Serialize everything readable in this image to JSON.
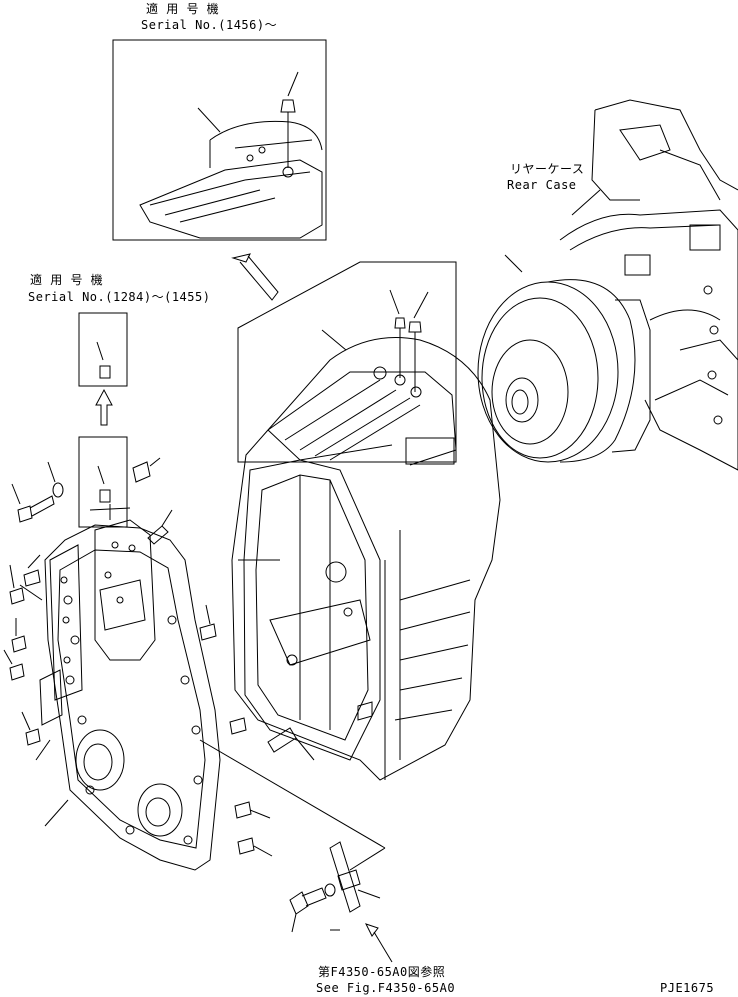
{
  "labels": {
    "top_applicable_jp": "適 用 号 機",
    "top_serial": "Serial No.(1456)～",
    "mid_applicable_jp": "適 用 号 機",
    "mid_serial": "Serial No.(1284)～(1455)",
    "rear_case_jp": "リヤーケース",
    "rear_case_en": "Rear Case",
    "ref_jp": "第F4350-65A0図参照",
    "ref_en": "See Fig.F4350-65A0",
    "drawing_code": "PJE1675"
  }
}
